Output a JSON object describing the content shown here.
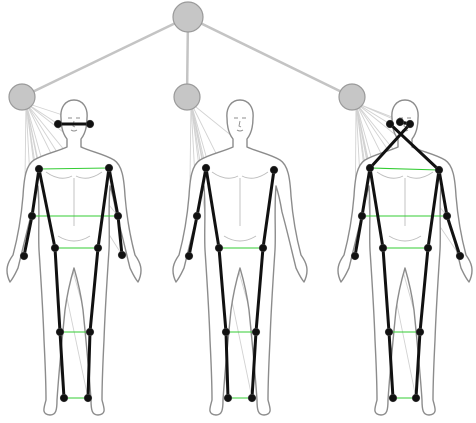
{
  "colors": {
    "background": "#ffffff",
    "tree_edge": "#c4c4c4",
    "tree_node_fill": "#c6c6c6",
    "tree_node_stroke": "#9a9a9a",
    "skeleton": "#111111",
    "joint": "#111111",
    "body_outline": "#8c8c8c",
    "body_fill": "#ffffff",
    "symmetry_line": "#33cc33",
    "projection_line": "#d2d2d2"
  },
  "figures": [
    {
      "id": "left",
      "variant": "full-skeleton-with-head"
    },
    {
      "id": "middle",
      "variant": "limbs-only"
    },
    {
      "id": "right",
      "variant": "crossed-shoulder-head-links"
    }
  ]
}
